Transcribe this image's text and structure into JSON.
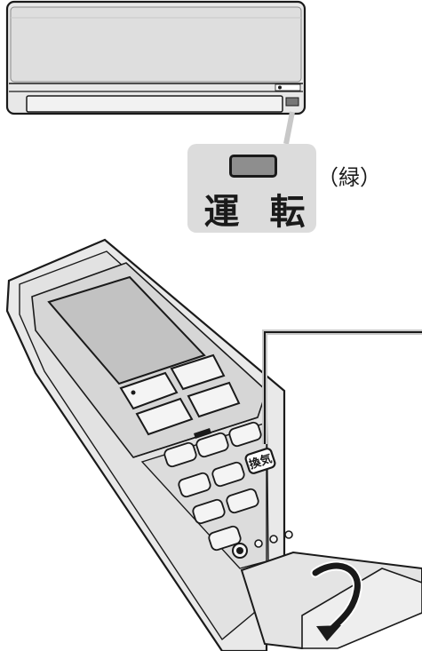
{
  "indicator": {
    "label": "運 転",
    "color_note": "（緑）",
    "lamp_color": "#8e8e8e"
  },
  "remote": {
    "highlight_key_label": "換気"
  },
  "icons": {
    "rotate_arrow": "curved-arrow-icon"
  }
}
